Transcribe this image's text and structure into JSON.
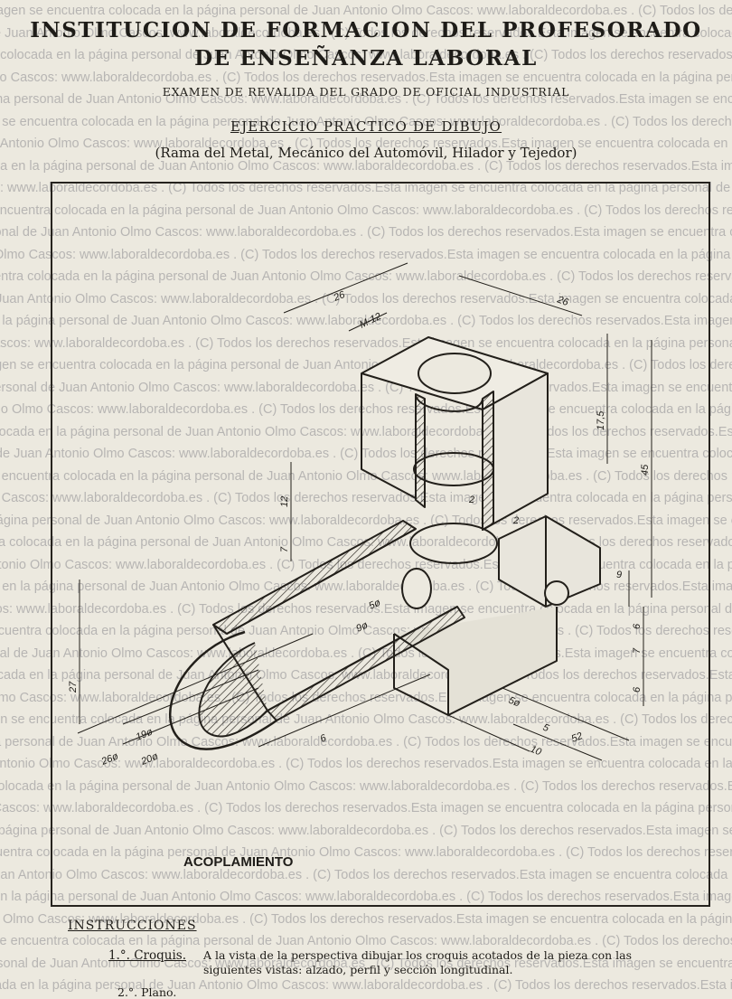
{
  "header": {
    "line1": "INSTITUCION DE FORMACION DEL PROFESORADO",
    "line2": "DE ENSEÑANZA LABORAL",
    "exam": "EXAMEN DE REVALIDA DEL GRADO DE OFICIAL INDUSTRIAL",
    "exercise": "EJERCICIO PRACTICO DE DIBUJO",
    "branch": "(Rama del Metal, Mecánico del Automóvil, Hilador y Tejedor)"
  },
  "watermark": {
    "text": "agen se encuentra colocada en la página personal de Juan Antonio Olmo Cascos:  www.laboraldecordoba.es . (C) Todos los derechos reservados.Esta imagen se encuentra colocada en la página personal de Juan Antonio Olmo Cascos:  www.laboraldecordoba.es . (C) Todos los derechos reservados."
  },
  "drawing": {
    "caption": "ACOPLAMIENTO",
    "dimensions": {
      "d_26_left": "26",
      "d_26_right": "26",
      "m12": "M-12",
      "d_17_5": "17,5",
      "d_45": "45",
      "d_12": "12",
      "d_7_left": "7",
      "d_2_a": "2",
      "d_2_b": "2",
      "d_9_right": "9",
      "d_6_a": "6",
      "d_7_right": "7",
      "d_6_b": "6",
      "d_5phi": "5ø",
      "d_9phi": "9ø",
      "d_27": "27",
      "d_19phi": "19ø",
      "d_20phi": "20ø",
      "d_26phi": "26ø",
      "d_6_bottom": "6",
      "d_5phi_b": "5ø",
      "d_5": "5",
      "d_52": "52",
      "d_10": "10"
    }
  },
  "instructions": {
    "title": "INSTRUCCIONES",
    "step1_label": "1.°. Croquis.",
    "step1_text": "A la vista de la perspectiva dibujar los croquis acotados de la pieza con las siguientes vistas: alzado, perfil y sección longitudinal.",
    "step2_label": "2.°. Plano."
  }
}
